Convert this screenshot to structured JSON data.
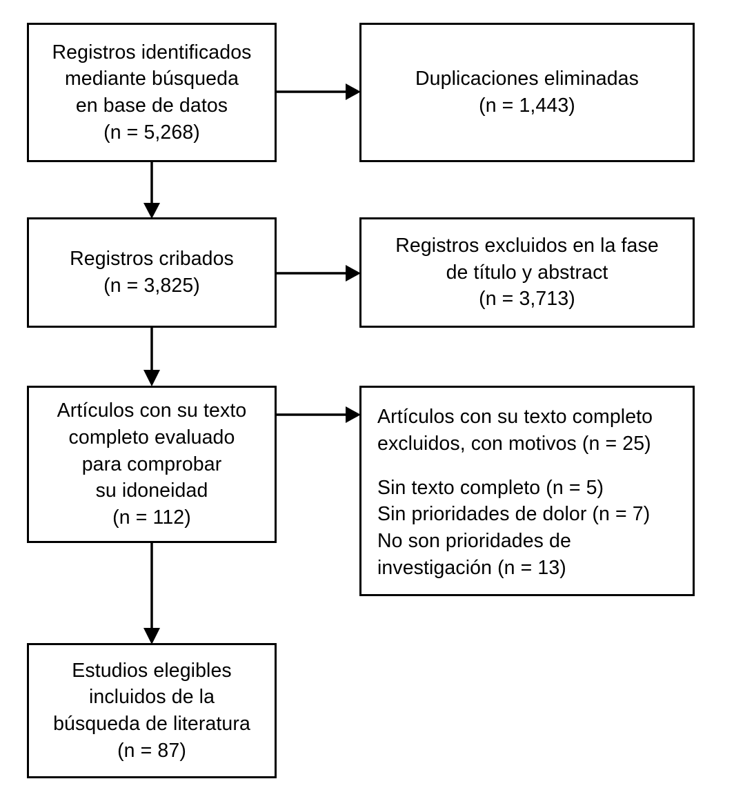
{
  "diagram": {
    "type": "prisma-flow-diagram",
    "language": "es",
    "line_color": "#000000",
    "box_fill": "#ffffff",
    "box_border_color": "#000000",
    "text_color": "#000000",
    "boxes": [
      {
        "id": "records-identified",
        "align": "center",
        "lines": [
          "Registros identificados",
          "mediante búsqueda",
          "en base de datos",
          "(n = 5,268)"
        ]
      },
      {
        "id": "duplicates-removed",
        "align": "center",
        "lines": [
          "Duplicaciones eliminadas",
          "(n = 1,443)"
        ]
      },
      {
        "id": "records-screened",
        "align": "center",
        "lines": [
          "Registros cribados",
          "(n = 3,825)"
        ]
      },
      {
        "id": "records-excluded-title-abstract",
        "align": "center",
        "lines": [
          "Registros excluidos en la fase",
          "de título y abstract",
          "(n = 3,713)"
        ]
      },
      {
        "id": "fulltext-assessed",
        "align": "center",
        "lines": [
          "Artículos con su texto",
          "completo evaluado",
          "para comprobar",
          "su idoneidad",
          "(n = 112)"
        ]
      },
      {
        "id": "fulltext-excluded",
        "align": "left",
        "lines": [
          "Artículos con su texto completo",
          "excluidos, con motivos (n = 25)",
          "",
          "Sin texto completo (n = 5)",
          "Sin prioridades de dolor (n = 7)",
          "No son prioridades de",
          "investigación (n = 13)"
        ]
      },
      {
        "id": "studies-included",
        "align": "center",
        "lines": [
          "Estudios elegibles",
          "incluidos de la",
          "búsqueda de literatura",
          "(n = 87)"
        ]
      }
    ],
    "arrows": [
      {
        "id": "arrow-identified-to-duplicates",
        "direction": "right"
      },
      {
        "id": "arrow-identified-to-screened",
        "direction": "down"
      },
      {
        "id": "arrow-screened-to-excluded",
        "direction": "right"
      },
      {
        "id": "arrow-screened-to-fulltext",
        "direction": "down"
      },
      {
        "id": "arrow-fulltext-to-excluded",
        "direction": "right"
      },
      {
        "id": "arrow-fulltext-to-included",
        "direction": "down"
      }
    ],
    "counts": {
      "identified": "5,268",
      "duplicates": "1,443",
      "screened": "3,825",
      "excluded_title_abstract": "3,713",
      "fulltext_assessed": "112",
      "fulltext_excluded_total": "25",
      "no_fulltext": "5",
      "no_pain_priorities": "7",
      "not_research_priorities": "13",
      "included": "87"
    }
  }
}
